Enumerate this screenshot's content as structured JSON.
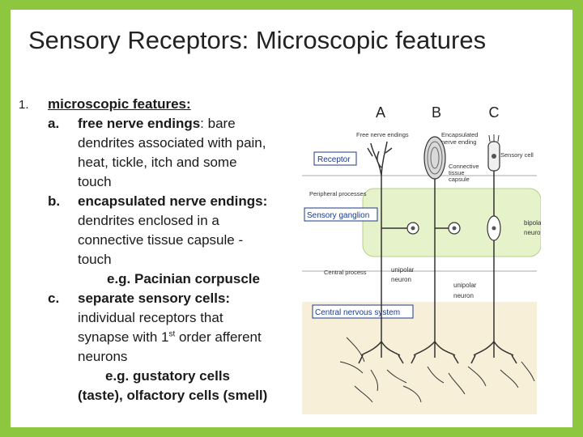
{
  "title": "Sensory Receptors: Microscopic features",
  "outline": {
    "num1": "1.",
    "item1": "microscopic features:",
    "a_marker": "a.",
    "a_bold": "free nerve endings",
    "a_rest1": ": bare",
    "a_line2": "dendrites associated with pain,",
    "a_line3": "heat, tickle, itch and some",
    "a_line4": "touch",
    "b_marker": "b.",
    "b_line1": "encapsulated nerve endings:",
    "b_line2": "dendrites enclosed in a",
    "b_line3": "connective tissue capsule -",
    "b_line4": "touch",
    "b_example": "e.g. Pacinian corpuscle",
    "c_marker": "c.",
    "c_line1": "separate sensory cells:",
    "c_line2": "individual receptors that",
    "c_line3_pre": "synapse with 1",
    "c_line3_sup": "st",
    "c_line3_post": " order afferent",
    "c_line4": "neurons",
    "c_example1": "e.g. gustatory cells",
    "c_example2": "(taste), olfactory cells (smell)"
  },
  "diagram": {
    "col_a": "A",
    "col_b": "B",
    "col_c": "C",
    "free_nerve_endings": "Free nerve endings",
    "encapsulated_1": "Encapsulated",
    "encapsulated_2": "nerve ending",
    "receptor": "Receptor",
    "connective_1": "Connective",
    "connective_2": "tissue",
    "connective_3": "capsule",
    "sensory_cell": "Sensory cell",
    "peripheral_processes": "Peripheral processes",
    "sensory_ganglion": "Sensory ganglion",
    "bipolar_1": "bipolar",
    "bipolar_2": "neuron",
    "central_process": "Central process",
    "unipolar_a_1": "unipolar",
    "unipolar_a_2": "neuron",
    "unipolar_b_1": "unipolar",
    "unipolar_b_2": "neuron",
    "cns": "Central nervous system",
    "ganglion_color": "#e6f2c9",
    "cns_color": "#f8efd9",
    "label_box_color": "#1a3a8a"
  }
}
